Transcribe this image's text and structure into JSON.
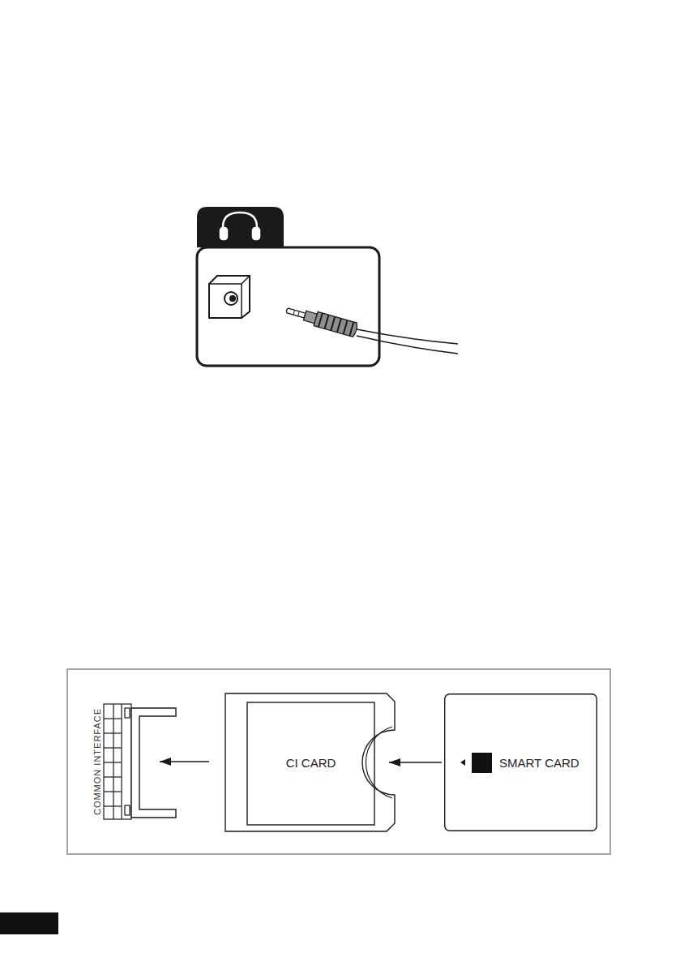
{
  "diagram": {
    "nodes": [
      {
        "text": [
          "COMMON INTERFACE"
        ]
      },
      {
        "text": [
          "CI CARD"
        ]
      },
      {
        "text": [
          "SMART CARD"
        ]
      }
    ],
    "edges": [
      {
        "from": 2,
        "to": 1,
        "arrow": "to"
      },
      {
        "from": 1,
        "to": 0,
        "arrow": "to"
      }
    ]
  }
}
